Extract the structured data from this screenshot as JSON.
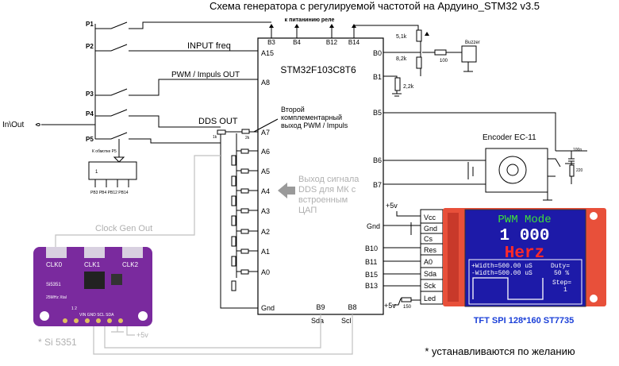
{
  "title": "Схема генератора с регулируемой частотой на Ардуино_STM32 v3.5",
  "relay_note": "к питанинию реле",
  "mcu": {
    "name": "STM32F103C8T6",
    "pins": {
      "b3": "B3",
      "b4": "B4",
      "b12": "B12",
      "b14": "B14",
      "a15": "A15",
      "a8": "A8",
      "a7": "A7",
      "a6": "A6",
      "a5": "A5",
      "a4": "A4",
      "a3": "A3",
      "a2": "A2",
      "a1": "A1",
      "a0": "A0",
      "gnd": "Gnd",
      "b9": "B9",
      "b8": "B8",
      "b0": "B0",
      "b1": "B1",
      "b5": "B5",
      "b6": "B6",
      "b7": "B7",
      "gnd_r": "Gnd",
      "b10": "B10",
      "b11": "B11",
      "b15": "B15",
      "b13": "B13"
    }
  },
  "switches": {
    "p1": "P1",
    "p2": "P2",
    "p3": "P3",
    "p4": "P4",
    "p5": "P5"
  },
  "io_label": "In\\Out",
  "net_labels": {
    "input_freq": "INPUT freq",
    "pwm": "PWM / Impuls  OUT",
    "dds": "DDS OUT",
    "clock_gen": "Clock Gen Out",
    "sda": "Sda",
    "scl": "Scl"
  },
  "notes": {
    "complementary": [
      "Второй",
      "комплементарный",
      "выход PWM / Impuls"
    ],
    "dac_out": [
      "Выход сигнала",
      "DDS для МК с",
      "встроенным",
      "ЦАП"
    ],
    "footnote": "* устанавливаются по желанию",
    "si_label": "* Si 5351"
  },
  "relay_coil": {
    "label": "К обмотке Р5",
    "num": "1",
    "pins": "PB3  PB4  PB12  PB14"
  },
  "resistors": {
    "r_5k1": "5,1k",
    "r_8k2": "8,2k",
    "r_2k2": "2,2k",
    "r_100": "100",
    "r_150": "150",
    "ladder_1k": "1k",
    "ladder_2k": "2k",
    "r_220": "220",
    "c_100n": "100n"
  },
  "buzzer": "Buzzer",
  "encoder": "Encoder EC-11",
  "power": {
    "plus5v_a": "+5v",
    "plus5v_b": "+5v",
    "plus5v_c": "+5v"
  },
  "tft": {
    "pins": [
      "Vcc",
      "Gnd",
      "Cs",
      "Res",
      "A0",
      "Sda",
      "Sck",
      "Led"
    ],
    "screen": {
      "line1": "PWM Mode",
      "line2": "1 000",
      "line3": "Herz",
      "width_pos": "+Width=500.00 uS",
      "width_neg": "-Width=500.00 uS",
      "duty_label": "Duty=",
      "duty_val": "50 %",
      "step_label": "Step=",
      "step_val": "1"
    },
    "caption": "TFT SPI 128*160 ST7735"
  },
  "si5351": {
    "clk0": "CLK0",
    "clk1": "CLK1",
    "clk2": "CLK2",
    "chip": "Si5351",
    "xtal": "25MHz Xtal",
    "pin_labels": "VIN GND SCL SDA",
    "nums": "1 2"
  },
  "colors": {
    "tft_bezel": "#e8503a",
    "tft_screen": "#1d1aa8",
    "screen_green": "#3de03a",
    "screen_red": "#ff2a2a",
    "caption_blue": "#1a3fd8",
    "si_board": "#7a2a9e",
    "arrow_grey": "#9a9a9a"
  }
}
